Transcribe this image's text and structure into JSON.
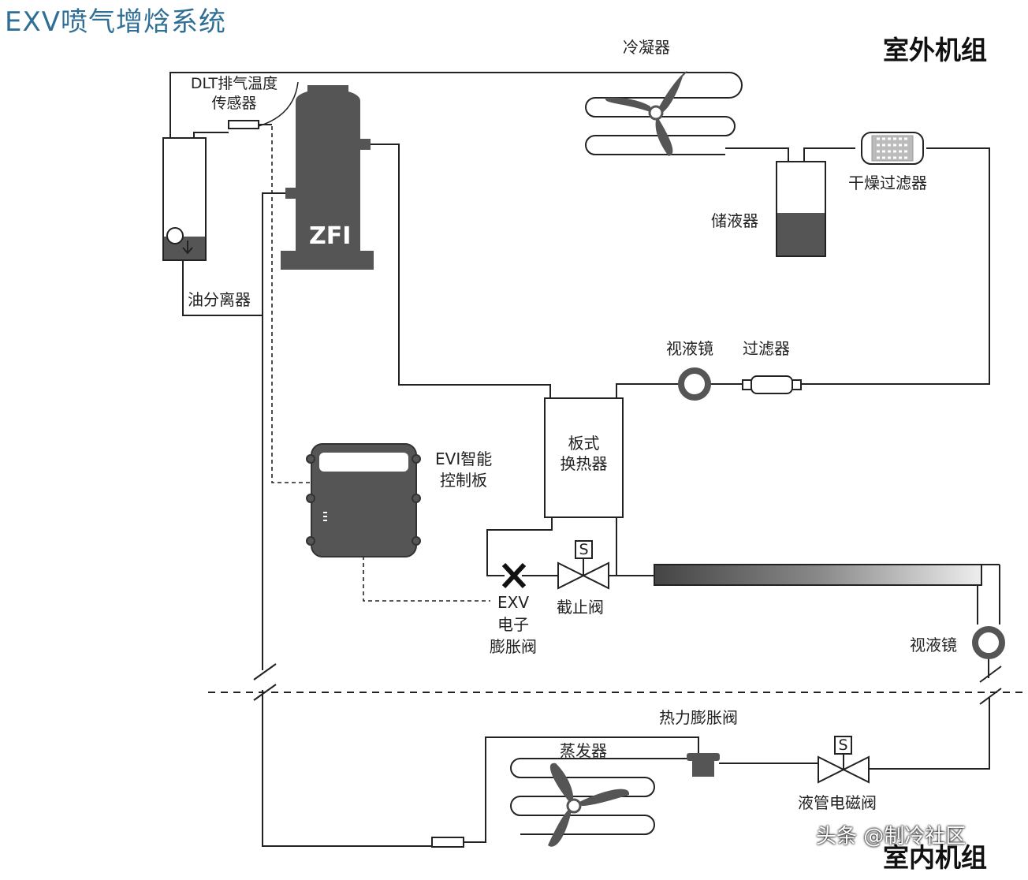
{
  "title": "EXV喷气增焓系统",
  "units": {
    "outdoor": "室外机组",
    "indoor": "室内机组"
  },
  "labels": {
    "dlt_line1": "DLT排气温度",
    "dlt_line2": "传感器",
    "condenser": "冷凝器",
    "dryer_filter": "干燥过滤器",
    "receiver": "储液器",
    "oil_separator": "油分离器",
    "sight_glass_top": "视液镜",
    "filter": "过滤器",
    "plate_hx_line1": "板式",
    "plate_hx_line2": "换热器",
    "evi_line1": "EVI智能",
    "evi_line2": "控制板",
    "exv_line1": "EXV",
    "exv_line2": "电子",
    "exv_line3": "膨胀阀",
    "stop_valve": "截止阀",
    "sight_glass_right": "视液镜",
    "txv": "热力膨胀阀",
    "evaporator": "蒸发器",
    "liquid_solenoid": "液管电磁阀",
    "compressor": "ZFI",
    "solenoid_mark_1": "S",
    "solenoid_mark_2": "S"
  },
  "watermark": "头条 @制冷社区",
  "colors": {
    "title": "#2f6f96",
    "line": "#222222",
    "component": "#555555",
    "oil": "#555555",
    "background": "#ffffff"
  },
  "icons": [
    "condenser-fan-icon",
    "evaporator-fan-icon",
    "solenoid-valve-icon",
    "exv-valve-icon",
    "txv-valve-icon",
    "sight-glass-icon"
  ]
}
